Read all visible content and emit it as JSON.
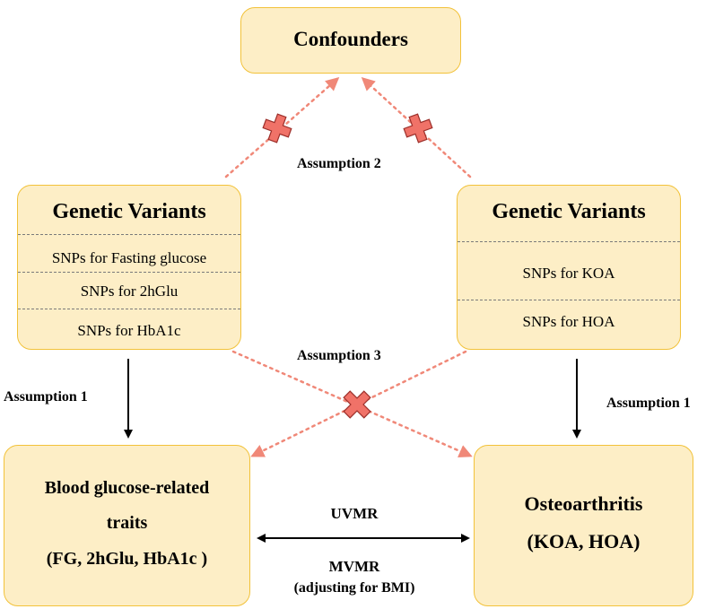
{
  "confounders": {
    "title": "Confounders"
  },
  "left_variants": {
    "title": "Genetic Variants",
    "rows": [
      "SNPs for Fasting glucose",
      "SNPs for 2hGlu",
      "SNPs for HbA1c"
    ]
  },
  "right_variants": {
    "title": "Genetic Variants",
    "rows": [
      "SNPs for KOA",
      "SNPs for HOA"
    ]
  },
  "exposure": {
    "line1": "Blood glucose-related",
    "line2": "traits",
    "line3": "(FG,  2hGlu, HbA1c )"
  },
  "outcome": {
    "line1": "Osteoarthritis",
    "line2": "(KOA, HOA)"
  },
  "labels": {
    "assumption1_left": "Assumption 1",
    "assumption1_right": "Assumption 1",
    "assumption2": "Assumption 2",
    "assumption3": "Assumption 3",
    "uvmr": "UVMR",
    "mvmr": "MVMR",
    "mvmr_note": "(adjusting for BMI)"
  },
  "colors": {
    "box_fill": "#fdeec6",
    "box_border": "#f2c23a",
    "dotted_arrow": "#f08878",
    "cross_fill": "#f07268",
    "cross_stroke": "#9c2f2a"
  }
}
